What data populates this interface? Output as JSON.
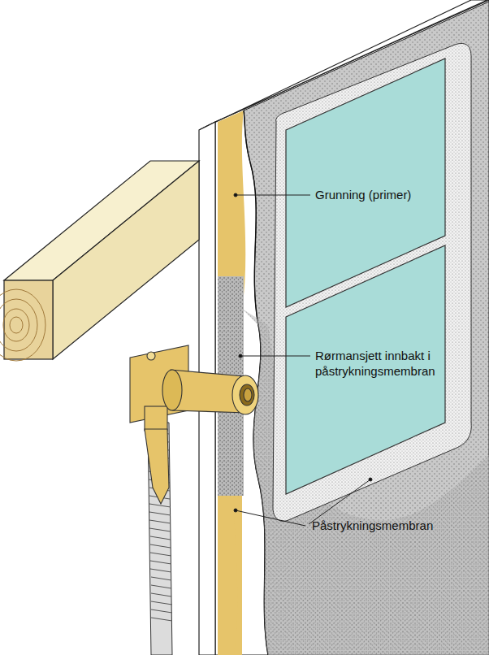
{
  "diagram": {
    "labels": [
      "Grunning (primer)",
      "Rørmansjett innbakt i påstrykningsmembran",
      "Påstrykningsmembran"
    ]
  }
}
